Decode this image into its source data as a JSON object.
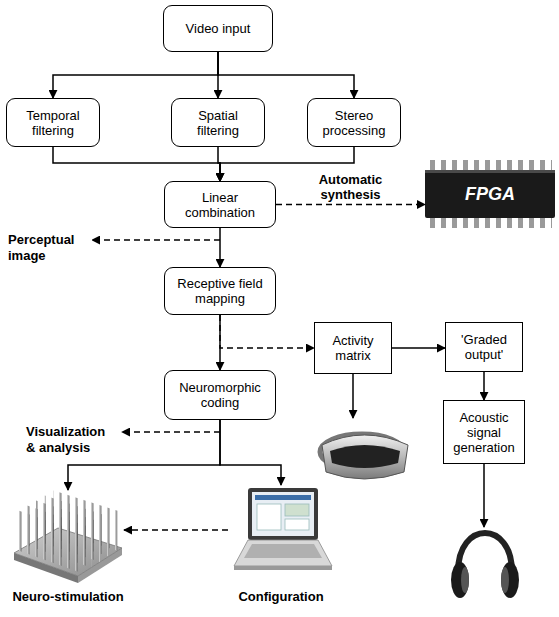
{
  "diagram": {
    "nodes": [
      {
        "text": [
          "Video input"
        ]
      },
      {
        "text": [
          "Temporal filtering"
        ]
      },
      {
        "text": [
          "Spatial filtering"
        ]
      },
      {
        "text": [
          "Stereo processing"
        ]
      },
      {
        "text": [
          "Linear combination"
        ]
      },
      {
        "text": [
          "FPGA"
        ]
      },
      {
        "text": [
          "Receptive field mapping"
        ]
      },
      {
        "text": [
          "Activity matrix"
        ]
      },
      {
        "text": [
          "'Graded output'"
        ]
      },
      {
        "text": [
          "Neuromorphic coding"
        ]
      },
      {
        "text": [
          "Acoustic signal generation"
        ]
      },
      {
        "text": [
          "Neuro-stimulation"
        ]
      },
      {
        "text": [
          "Configuration"
        ]
      }
    ],
    "edges": [
      {
        "from": 0,
        "to": 1,
        "arrow": "to"
      },
      {
        "from": 0,
        "to": 2,
        "arrow": "to"
      },
      {
        "from": 0,
        "to": 3,
        "arrow": "to"
      },
      {
        "from": 1,
        "to": 4,
        "arrow": "to"
      },
      {
        "from": 2,
        "to": 4,
        "arrow": "to"
      },
      {
        "from": 3,
        "to": 4,
        "arrow": "to"
      },
      {
        "from": 4,
        "to": 5,
        "label": "Automatic synthesis",
        "arrow": "to"
      },
      {
        "from": 4,
        "to": 6,
        "arrow": "to"
      },
      {
        "from": 6,
        "to": 9,
        "arrow": "to"
      },
      {
        "from": 6,
        "to": 7,
        "arrow": "to"
      },
      {
        "from": 7,
        "to": 8,
        "arrow": "to"
      },
      {
        "from": 8,
        "to": 10,
        "arrow": "to"
      },
      {
        "from": 9,
        "to": 11,
        "arrow": "to"
      },
      {
        "from": 9,
        "to": 12,
        "arrow": "to"
      },
      {
        "from": 12,
        "to": 11,
        "arrow": "to"
      }
    ],
    "labels": [
      "Perceptual image",
      "Visualization & analysis"
    ]
  }
}
